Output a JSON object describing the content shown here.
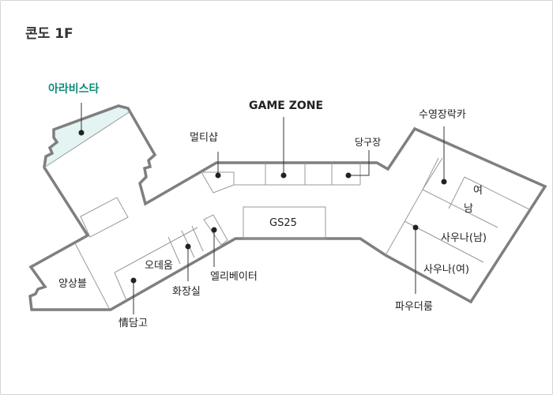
{
  "floor_title": "콘도 1F",
  "colors": {
    "outline": "#7f7f7f",
    "highlight_fill": "#e3f4f3",
    "highlight_text": "#0e8a7a",
    "label_text": "#222222"
  },
  "labels": {
    "arabista": "아라비스타",
    "game_zone": "GAME ZONE",
    "multishop": "멀티샵",
    "billiards": "당구장",
    "swimwear_locker": "수영장락카",
    "women": "여",
    "men": "남",
    "sauna_men": "사우나(남)",
    "sauna_women": "사우나(여)",
    "powder_room": "파우더룸",
    "gs25": "GS25",
    "elevator": "엘리베이터",
    "restroom": "화장실",
    "odeum": "오데움",
    "storage": "情담고",
    "yangsangbul": "양상블"
  }
}
